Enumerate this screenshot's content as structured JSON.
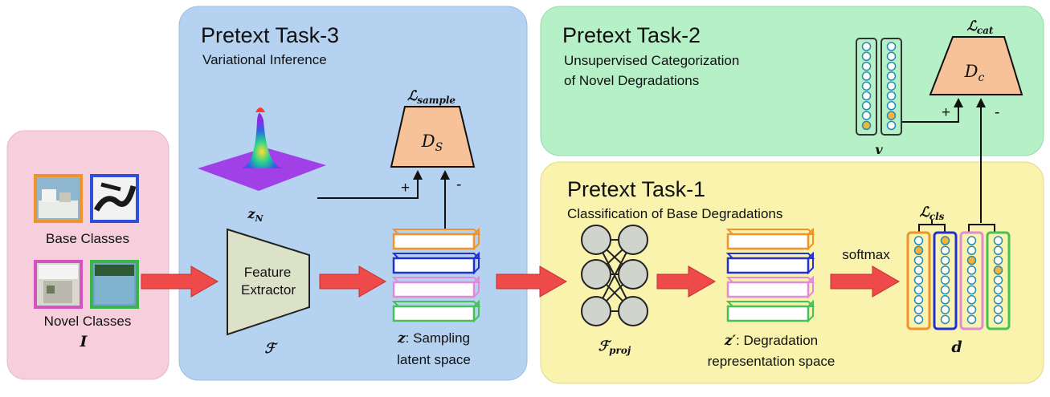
{
  "input_panel": {
    "base_label": "Base Classes",
    "novel_label": "Novel Classes",
    "symbol": "I",
    "base_thumb_colors": [
      "#f2922a",
      "#2f4fd8"
    ],
    "novel_thumb_colors": [
      "#d552c1",
      "#3bb54a"
    ],
    "bg_color": "#f7cfdc"
  },
  "task3": {
    "title": "Pretext Task-3",
    "subtitle": "Variational Inference",
    "loss": "ℒ",
    "loss_sub": "sample",
    "disc": "D",
    "disc_sub": "S",
    "plus": "+",
    "minus": "-",
    "zn": "z",
    "zn_sub": "N",
    "extractor_line1": "Feature",
    "extractor_line2": "Extractor",
    "extractor_symbol": "ℱ",
    "z_symbol": "z",
    "z_caption_1": ": Sampling",
    "z_caption_2": "latent space",
    "bg_color": "#b5d3f0"
  },
  "task2": {
    "title": "Pretext Task-2",
    "subtitle_1": "Unsupervised Categorization",
    "subtitle_2": "of Novel Degradations",
    "loss": "ℒ",
    "loss_sub": "cat",
    "disc": "D",
    "disc_sub": "c",
    "plus": "+",
    "minus": "-",
    "v_symbol": "v",
    "bg_color": "#b5f0c7"
  },
  "task1": {
    "title": "Pretext Task-1",
    "subtitle": "Classification of Base Degradations",
    "proj_symbol": "ℱ",
    "proj_sub": "proj",
    "zp_symbol": "z′",
    "zp_caption_1": ": Degradation",
    "zp_caption_2": "representation space",
    "softmax": "softmax",
    "loss": "ℒ",
    "loss_sub": "cls",
    "d_symbol": "d",
    "bg_color": "#f9f3ad"
  },
  "colors": {
    "arrow_fill": "#ef4a4a",
    "disc_fill": "#f7c29a",
    "extractor_fill": "#dbe2c8",
    "bar_orange": "#f2922a",
    "bar_blue": "#2430d0",
    "bar_pink": "#e08ad8",
    "bar_green": "#48c058",
    "node_fill": "#cfd4cc",
    "circle_stroke": "#2a8ab0",
    "dot_active": "#f2b43a"
  }
}
